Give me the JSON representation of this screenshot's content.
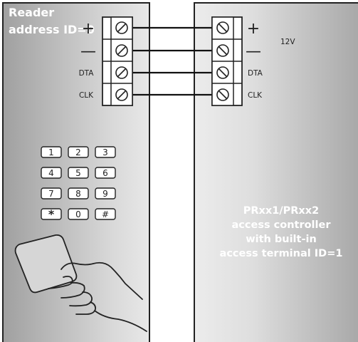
{
  "reader": {
    "title_line1": "Reader",
    "title_line2": "address ID=0",
    "terminals": [
      {
        "label": "+",
        "kind": "symbol"
      },
      {
        "label": "—",
        "kind": "symbol"
      },
      {
        "label": "DTA",
        "kind": "text"
      },
      {
        "label": "CLK",
        "kind": "text"
      }
    ],
    "keypad": [
      "1",
      "2",
      "3",
      "4",
      "5",
      "6",
      "7",
      "8",
      "9",
      "*",
      "0",
      "#"
    ]
  },
  "controller": {
    "terminals": [
      {
        "label": "+",
        "kind": "symbol"
      },
      {
        "label": "—",
        "kind": "symbol"
      },
      {
        "label": "DTA",
        "kind": "text"
      },
      {
        "label": "CLK",
        "kind": "text"
      }
    ],
    "supply_label": "12V",
    "title_lines": [
      "PRxx1/PRxx2",
      "access controller",
      "with built-in",
      "access terminal ID=1"
    ]
  },
  "colors": {
    "panel_light": "#e4e4e4",
    "panel_dark": "#9a9a9a",
    "wire": "#111111",
    "outline": "#222222"
  },
  "icons": [
    "screw-terminal-icon",
    "card-in-hand-icon"
  ]
}
